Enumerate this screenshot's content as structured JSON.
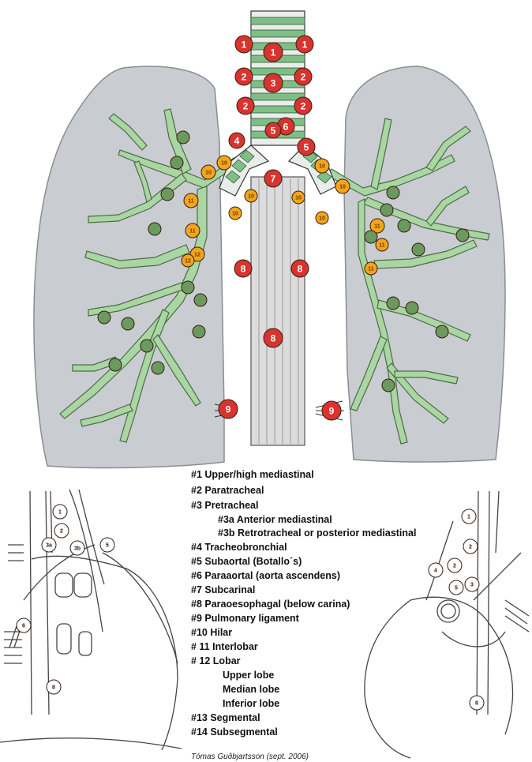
{
  "legend": [
    "#1  Upper/high mediastinal",
    "#2  Paratracheal",
    "#3  Pretracheal",
    "#3a   Anterior mediastinal",
    "#3b   Retrotracheal or posterior mediastinal",
    "#4  Tracheobronchial",
    "#5  Subaortal (Botallo´s)",
    "#6  Paraaortal (aorta ascendens)",
    "#7  Subcarinal",
    "#8  Paraoesophagal (below carina)",
    "#9  Pulmonary ligament",
    "#10 Hilar",
    "# 11  Interlobar",
    "# 12 Lobar",
    "Upper lobe",
    "Median lobe",
    "Inferior lobe",
    "#13  Segmental",
    "#14  Subsegmental"
  ],
  "credit": "Tómas Guðbjartsson (sept. 2006)",
  "colors": {
    "lung_fill": "#c9ccd0",
    "bronchi_fill": "#a9d6a2",
    "node_red": "#d8342f",
    "node_orange": "#f2a51c",
    "node_green": "#6a9a5e",
    "trachea_ring": "#7fbf86",
    "esophagus": "#dcdcdc"
  },
  "nodes": {
    "red": [
      "1",
      "1",
      "1",
      "2",
      "3",
      "2",
      "2",
      "2",
      "4",
      "5",
      "6",
      "5",
      "7",
      "8",
      "8",
      "8",
      "9",
      "9"
    ],
    "orange": [
      "10",
      "10",
      "10",
      "10",
      "10",
      "10",
      "11",
      "11",
      "11",
      "11",
      "12",
      "12",
      "11"
    ],
    "green_count": 22
  },
  "small_views": {
    "left": [
      "1",
      "2",
      "3a",
      "3b",
      "5",
      "6",
      "8"
    ],
    "right": [
      "1",
      "2",
      "4",
      "2",
      "3",
      "5",
      "8"
    ]
  }
}
